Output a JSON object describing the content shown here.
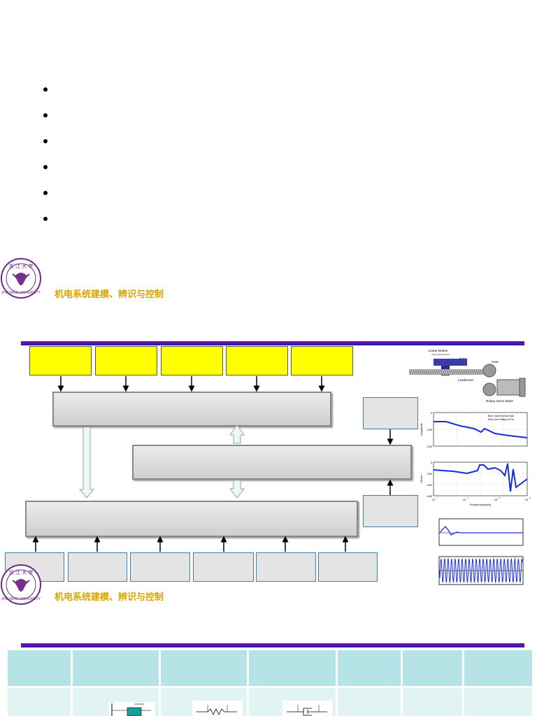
{
  "slide1": {
    "bullets": [
      "",
      "",
      "",
      "",
      "",
      ""
    ],
    "course_title": "机电系统建模、辨识与控制"
  },
  "slide2": {
    "course_title": "机电系统建模、辨识与控制",
    "input_boxes": [
      "",
      "",
      "",
      "",
      ""
    ],
    "bottom_boxes": [
      "",
      "",
      "",
      "",
      "",
      ""
    ],
    "photo_labels": {
      "linear_motion": "Linear Motion",
      "table": "Table",
      "gear": "Gear",
      "leadscrew": "Leadscrew",
      "motor": "Rotary Servo Motor"
    },
    "bode": {
      "amp_ylabel": "Amplitude",
      "phase_ylabel": "Phase",
      "xlabel": "Frequency(rad/s)",
      "legend": [
        "Blue: experimental data",
        "Red: curve fitting of Pxx"
      ],
      "amp_ticks": [
        "0",
        "-100",
        "-200"
      ],
      "phase_ticks": [
        "0",
        "-200",
        "-400",
        "-600"
      ],
      "x_ticks": [
        "10",
        "10",
        "10",
        "10"
      ],
      "x_exps": [
        "1",
        "2",
        "3",
        "4"
      ]
    }
  },
  "slide3": {
    "header_cells": [
      "",
      "",
      "",
      "",
      "",
      ""
    ]
  },
  "colors": {
    "accent_bar": "#6b0fa0",
    "course_title": "#d9a400",
    "input_box": "#ffff00",
    "table_header": "#b5e3e6"
  }
}
